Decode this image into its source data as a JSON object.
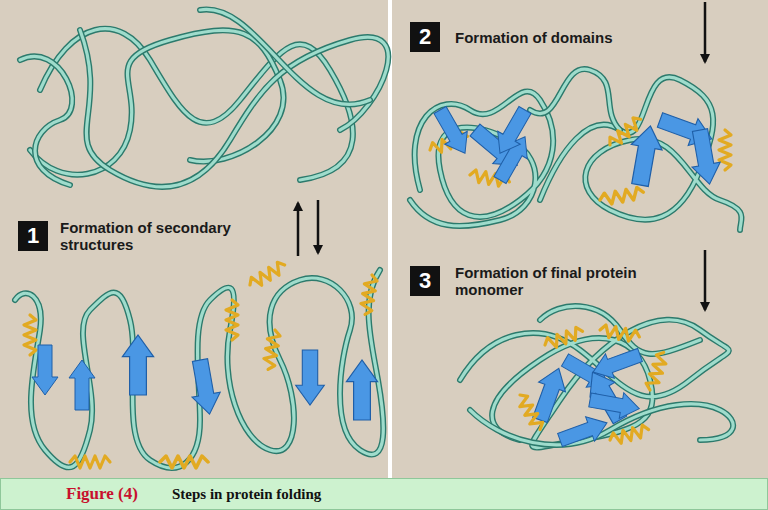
{
  "diagram": {
    "caption": "Steps in protein folding",
    "labels": [
      "1",
      "Formation of secondary structures",
      "2",
      "Formation of domains",
      "3",
      "Formation of final protein monomer",
      "Figure (4)"
    ]
  }
}
